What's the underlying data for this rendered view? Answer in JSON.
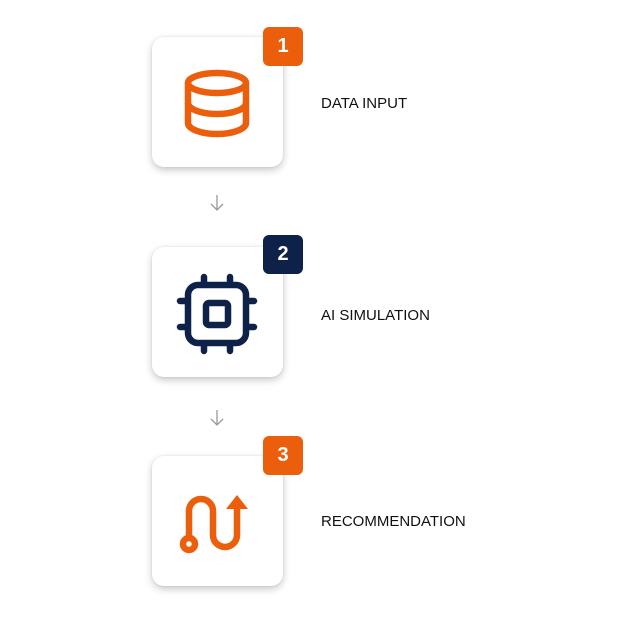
{
  "colors": {
    "orange": "#EB5E0B",
    "navy": "#0E2148"
  },
  "steps": [
    {
      "number": "1",
      "label": "DATA INPUT",
      "icon": "database-icon",
      "badge_color": "orange"
    },
    {
      "number": "2",
      "label": "AI SIMULATION",
      "icon": "cpu-chip-icon",
      "badge_color": "navy"
    },
    {
      "number": "3",
      "label": "RECOMMENDATION",
      "icon": "route-icon",
      "badge_color": "orange"
    }
  ]
}
